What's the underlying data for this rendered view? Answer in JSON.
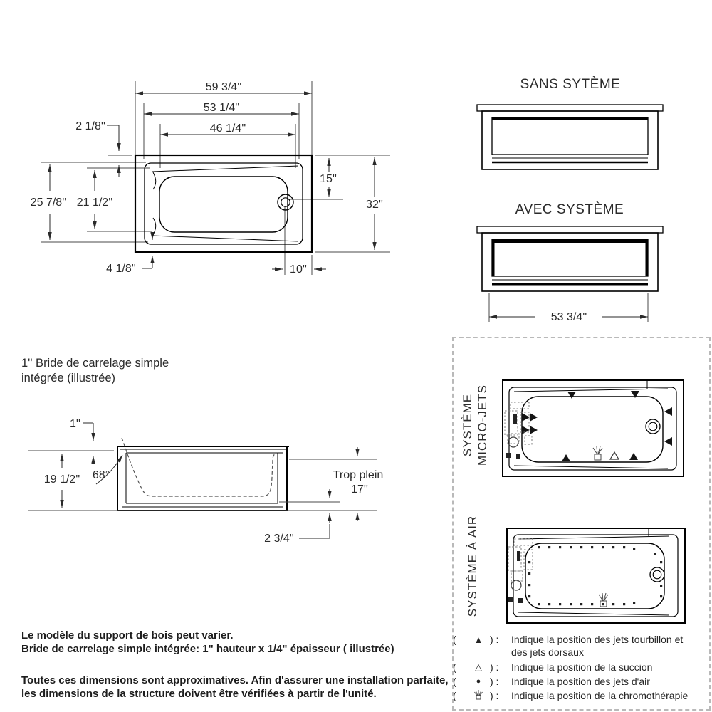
{
  "plan_view": {
    "dim_overall_width": "59 3/4''",
    "dim_rim_width": "53 1/4''",
    "dim_basin_width": "46 1/4''",
    "dim_corner_offset": "2 1/8''",
    "dim_drain_to_wall": "15''",
    "dim_overall_depth": "32''",
    "dim_rim_depth": "25 7/8''",
    "dim_basin_depth": "21 1/2''",
    "dim_skirt_offset": "4 1/8''",
    "dim_drain_offset": "10''"
  },
  "side_views": {
    "without_system_title": "SANS SYTÈME",
    "with_system_title": "AVEC SYSTÈME",
    "dim_base_width": "53 3/4''"
  },
  "flange_note": {
    "line1": "1'' Bride de carrelage simple",
    "line2": "intégrée (illustrée)"
  },
  "section_view": {
    "dim_flange_height": "1''",
    "dim_wall_angle": "68°",
    "dim_height": "19 1/2''",
    "overflow_label": "Trop plein",
    "dim_overflow_height": "17''",
    "dim_base_gap": "2 3/4''"
  },
  "systems": {
    "microjets_label_line1": "SYSTÈME",
    "microjets_label_line2": "MICRO-JETS",
    "air_label": "SYSTÈME À AIR",
    "legend": {
      "row1": {
        "open": "(",
        "symbol": "▲",
        "close": ") :",
        "text": "Indique la position des jets tourbillon et",
        "text2": "des jets dorsaux"
      },
      "row2": {
        "open": "(",
        "symbol": "△",
        "close": ") :",
        "text": "Indique la position de la succion"
      },
      "row3": {
        "open": "(",
        "symbol": "●",
        "close": ") :",
        "text": "Indique la position des jets d'air"
      },
      "row4": {
        "open": "(",
        "close": ") :",
        "text": "Indique la position de la chromothérapie"
      }
    }
  },
  "notes": {
    "support_line": "Le modèle du support de bois peut varier.",
    "flange_line": "Bride de carrelage simple intégrée: 1\" hauteur x 1/4\" épaisseur ( illustrée)",
    "disclaimer_line1": "Toutes ces dimensions sont approximatives. Afin d'assurer une installation parfaite,",
    "disclaimer_line2": "les dimensions de la structure doivent être vérifiées à partir de l'unité."
  }
}
